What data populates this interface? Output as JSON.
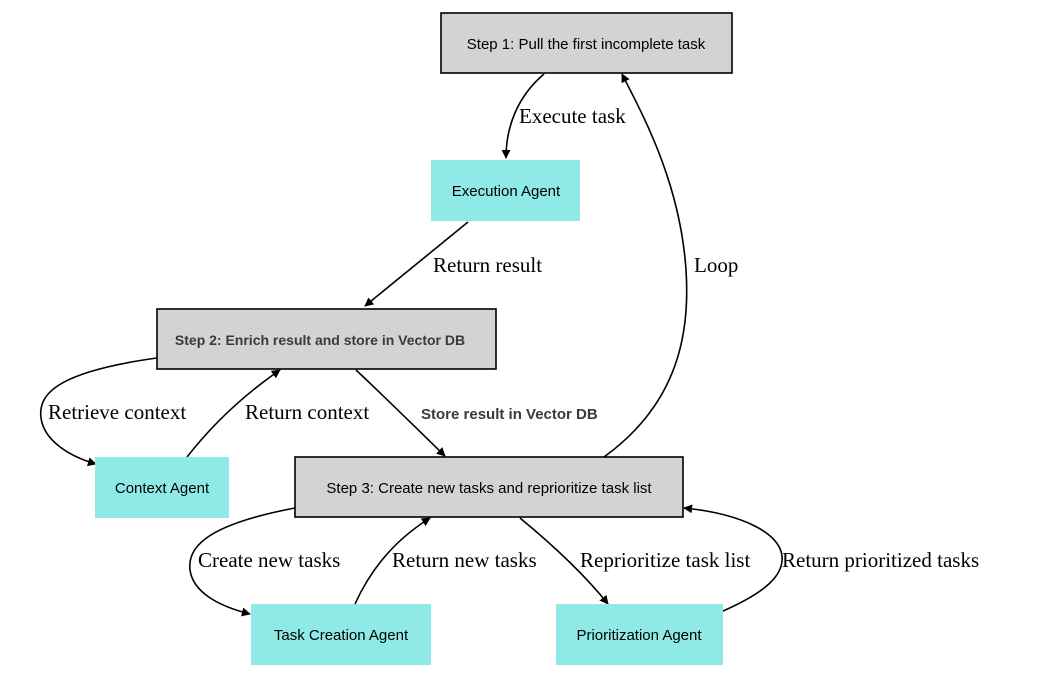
{
  "colors": {
    "step_fill": "#d3d3d3",
    "agent_fill": "#8fe9e6",
    "stroke": "#000000"
  },
  "nodes": {
    "step1": "Step 1: Pull the first incomplete task",
    "execution_agent": "Execution Agent",
    "step2": "Step 2: Enrich result and store in Vector DB",
    "context_agent": "Context Agent",
    "step3": "Step 3: Create new tasks and reprioritize task list",
    "task_creation_agent": "Task Creation Agent",
    "prioritization_agent": "Prioritization Agent"
  },
  "edges": {
    "execute_task": "Execute task",
    "return_result": "Return result",
    "loop": "Loop",
    "retrieve_context": "Retrieve context",
    "return_context": "Return context",
    "store_result": "Store result in Vector DB",
    "create_new_tasks": "Create new tasks",
    "return_new_tasks": "Return new tasks",
    "reprioritize": "Reprioritize task list",
    "return_prioritized": "Return prioritized tasks"
  }
}
